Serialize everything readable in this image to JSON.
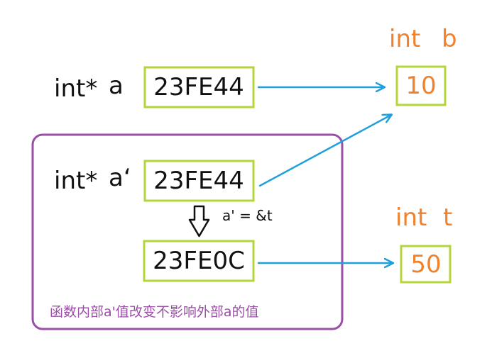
{
  "pointer_a": {
    "type_label": "int*",
    "name_label": "a",
    "address": "23FE44"
  },
  "pointer_a_copy": {
    "type_label": "int*",
    "name_label": "aʻ",
    "address": "23FE44"
  },
  "reassigned_copy": {
    "address": "23FE0C"
  },
  "assignment_note": "a' = &t",
  "var_b": {
    "type_label": "int",
    "name_label": "b",
    "value": "10"
  },
  "var_t": {
    "type_label": "int",
    "name_label": "t",
    "value": "50"
  },
  "scope_caption": "函数内部a'值改变不影响外部a的值",
  "colors": {
    "cell_border": "#b5d63a",
    "pointer_arrow": "#1fa0dc",
    "scope_border": "#9a4fa6",
    "variable_text": "#f0822d"
  }
}
